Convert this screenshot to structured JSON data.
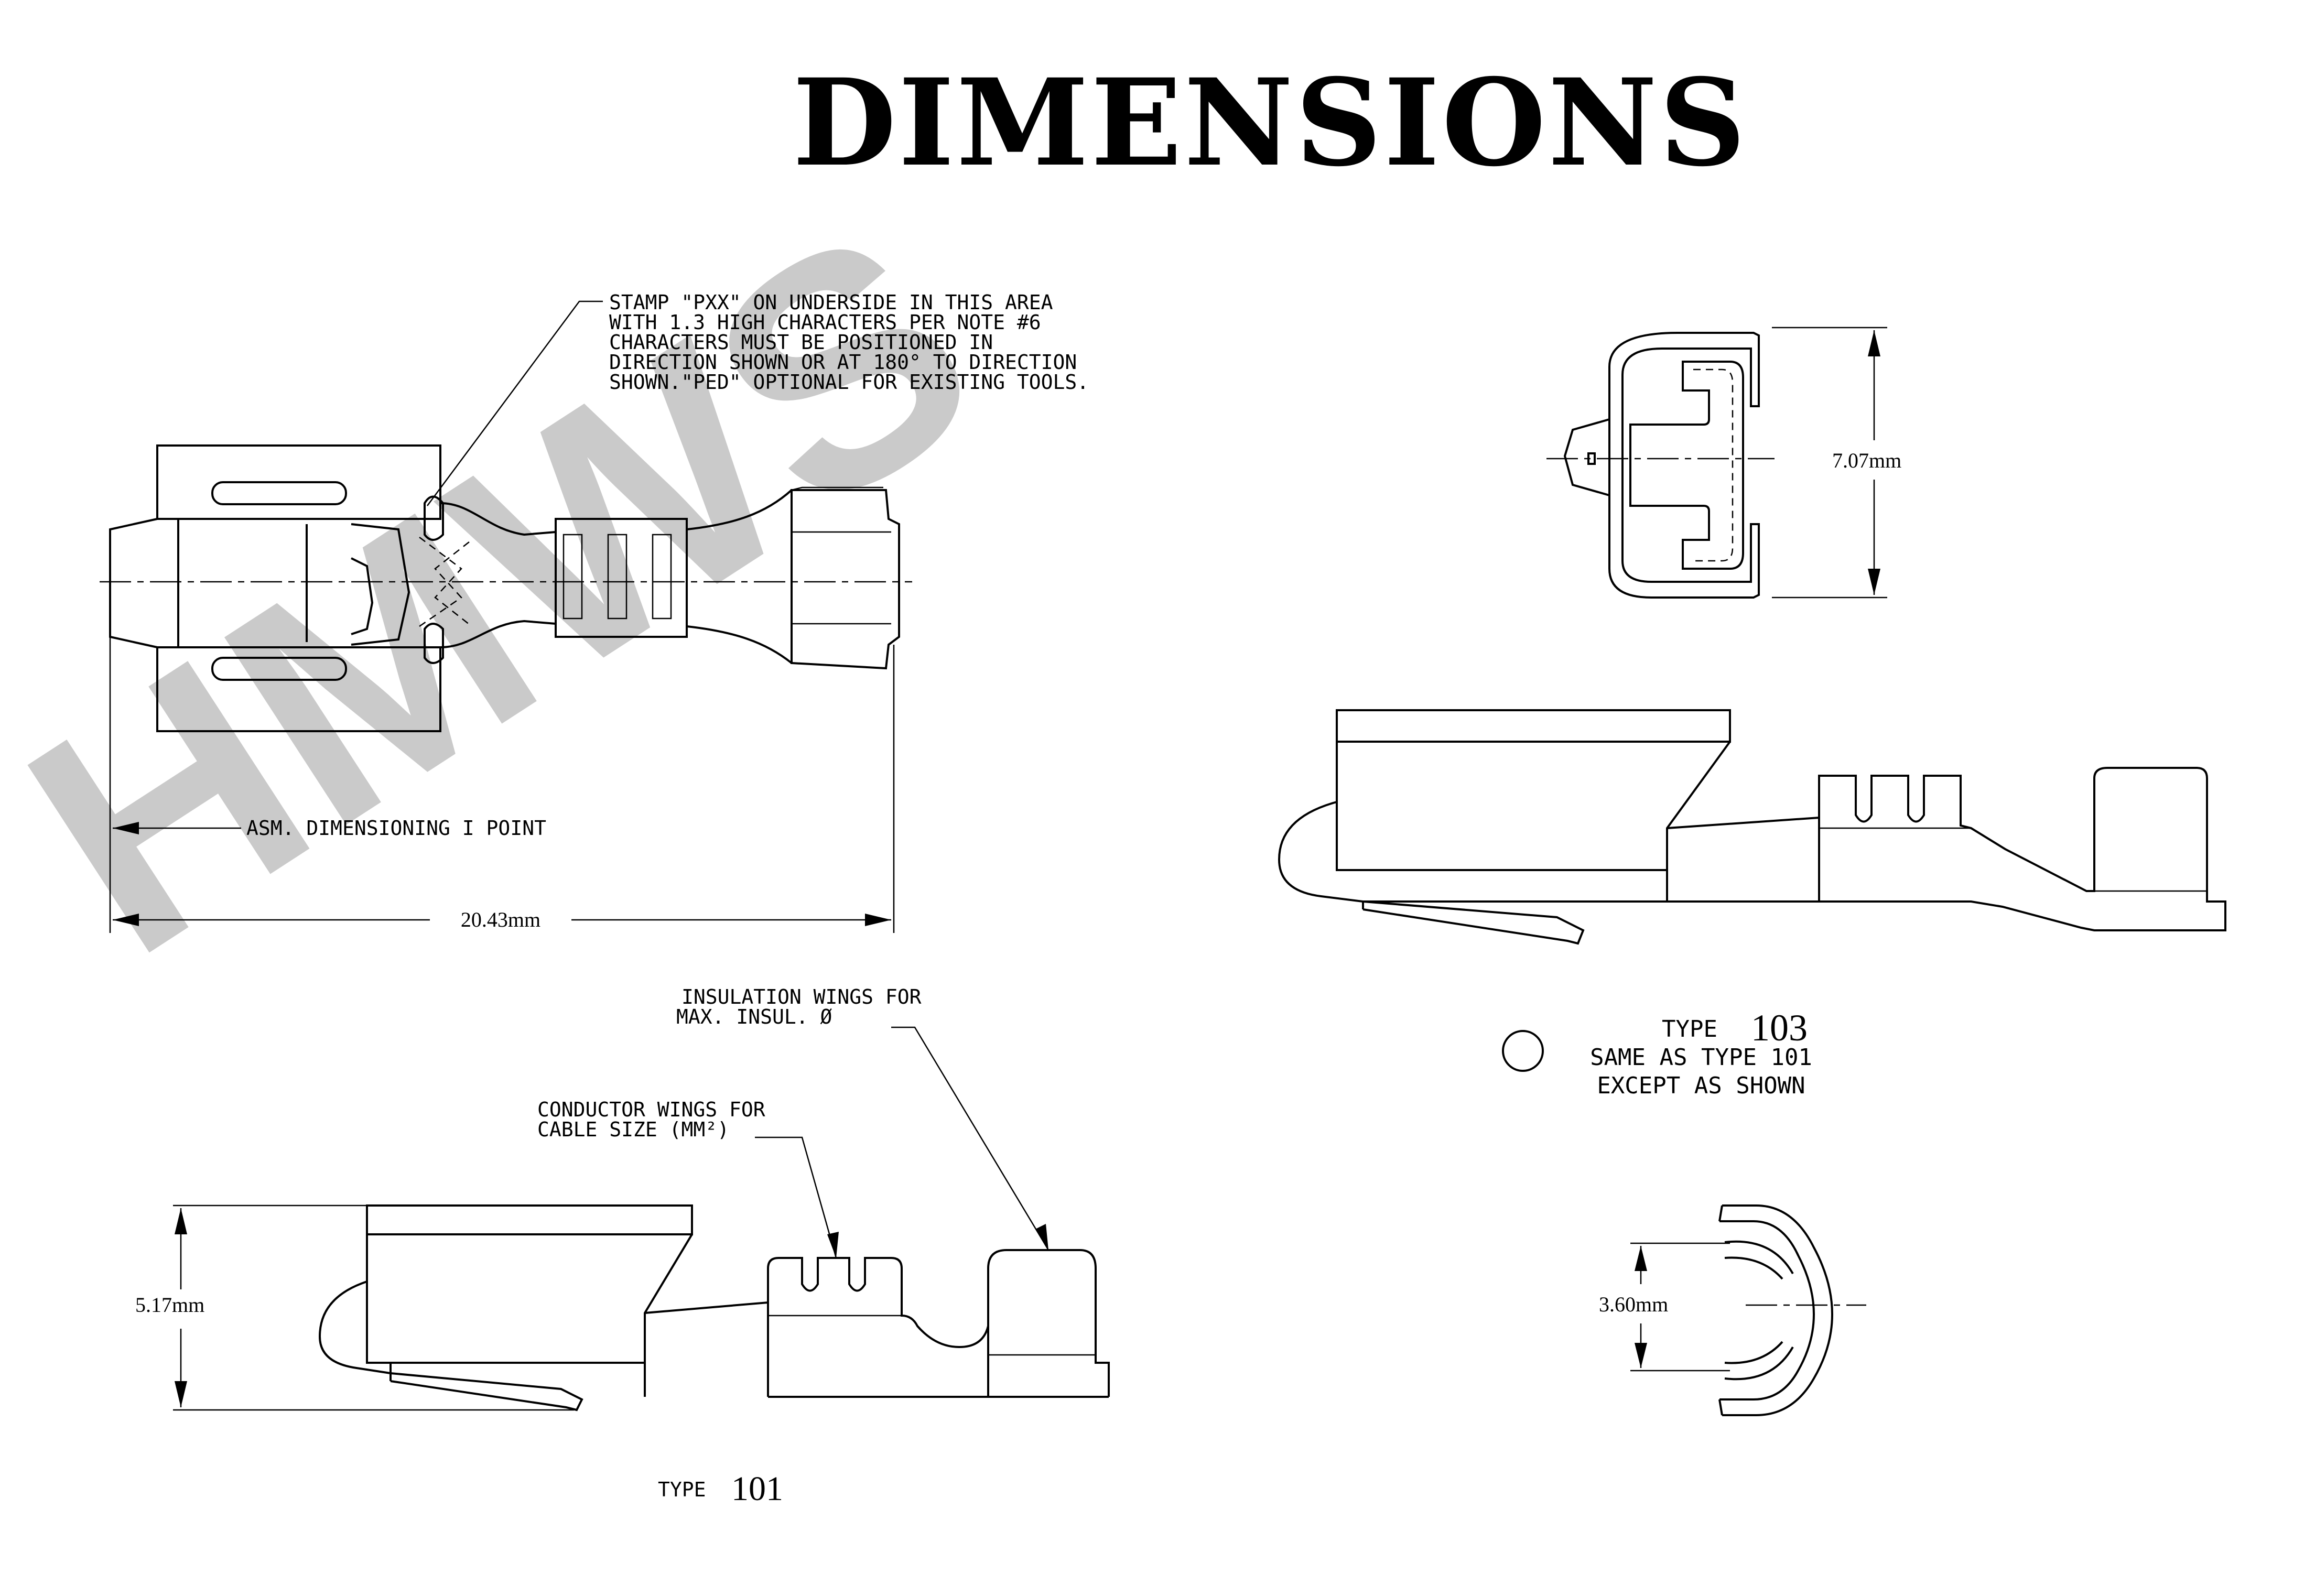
{
  "title": "DIMENSIONS",
  "watermark": "HMWS",
  "colors": {
    "watermark": "#c8c8c8",
    "line": "#000000",
    "background": "#ffffff"
  },
  "notes": {
    "stamp": [
      "STAMP \"PXX\" ON UNDERSIDE IN THIS AREA",
      "WITH 1.3 HIGH CHARACTERS PER NOTE #6",
      "CHARACTERS MUST BE POSITIONED IN",
      "DIRECTION SHOWN OR AT 180°  TO DIRECTION",
      "SHOWN.\"PED\" OPTIONAL FOR EXISTING TOOLS."
    ],
    "asm_point": "ASM. DIMENSIONING I POINT",
    "insulation": [
      "INSULATION WINGS FOR",
      "MAX. INSUL. Ø"
    ],
    "conductor": [
      "CONDUCTOR WINGS FOR",
      "CABLE SIZE (MM²)"
    ]
  },
  "dimensions": {
    "length": "20.43mm",
    "height_front": "7.07mm",
    "height_side": "5.17mm",
    "width_end": "3.60mm"
  },
  "type_labels": {
    "type101_prefix": "TYPE",
    "type101_number": "101",
    "type103_prefix": "TYPE",
    "type103_number": "103",
    "type103_lines": [
      "SAME AS TYPE 101",
      "EXCEPT AS SHOWN"
    ]
  }
}
